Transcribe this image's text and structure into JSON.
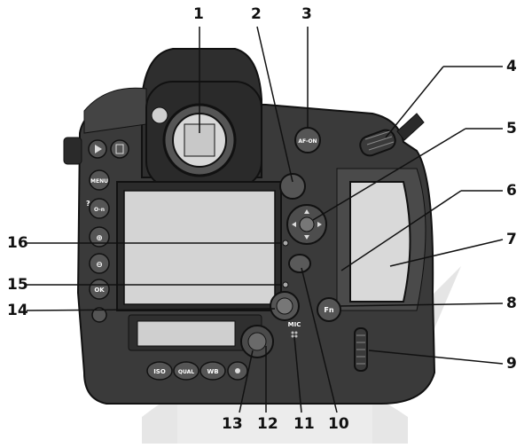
{
  "buttons": {
    "menu": "MENU",
    "protect": "O-n",
    "zoom_in": "⊕",
    "zoom_out": "⊖",
    "ok": "OK",
    "iso": "ISO",
    "qual": "QUAL",
    "wb": "WB",
    "af_on": "AF-ON",
    "help": "?",
    "fn": "Fn",
    "mic_label": "MIC"
  },
  "callouts": [
    {
      "id": "1",
      "text": "1"
    },
    {
      "id": "2",
      "text": "2"
    },
    {
      "id": "3",
      "text": "3"
    },
    {
      "id": "4",
      "text": "4"
    },
    {
      "id": "5",
      "text": "5"
    },
    {
      "id": "6",
      "text": "6"
    },
    {
      "id": "7",
      "text": "7"
    },
    {
      "id": "8",
      "text": "8"
    },
    {
      "id": "9",
      "text": "9"
    },
    {
      "id": "10",
      "text": "10"
    },
    {
      "id": "11",
      "text": "11"
    },
    {
      "id": "12",
      "text": "12"
    },
    {
      "id": "13",
      "text": "13"
    },
    {
      "id": "14",
      "text": "14"
    },
    {
      "id": "15",
      "text": "15"
    },
    {
      "id": "16",
      "text": "16"
    }
  ],
  "colors": {
    "body": "#3a3a3a",
    "body_dark": "#1c1c1c",
    "panel": "#d9d9d9",
    "callout_line": "#111111",
    "watermark": "#dddddd"
  }
}
